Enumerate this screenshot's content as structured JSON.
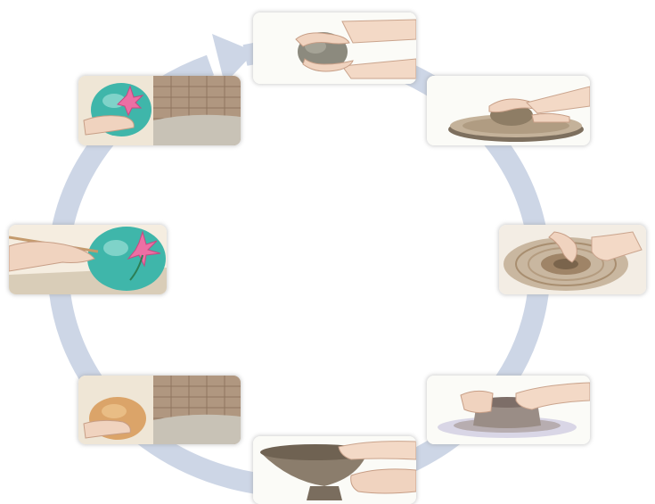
{
  "diagram": {
    "type": "cycle",
    "direction": "clockwise",
    "ring_color": "#cdd6e6",
    "steps": [
      {
        "id": 1,
        "illustration": "hands-wedging-clay-ball"
      },
      {
        "id": 2,
        "illustration": "hands-centering-clay-on-wheel"
      },
      {
        "id": 3,
        "illustration": "hands-opening-clay-on-spinning-wheel"
      },
      {
        "id": 4,
        "illustration": "hands-pulling-up-walls-on-wheel"
      },
      {
        "id": 5,
        "illustration": "hands-shaping-bowl"
      },
      {
        "id": 6,
        "illustration": "bisque-pot-placed-in-kiln"
      },
      {
        "id": 7,
        "illustration": "brush-painting-flower-on-glazed-vase"
      },
      {
        "id": 8,
        "illustration": "glazed-vase-placed-in-kiln"
      }
    ]
  }
}
